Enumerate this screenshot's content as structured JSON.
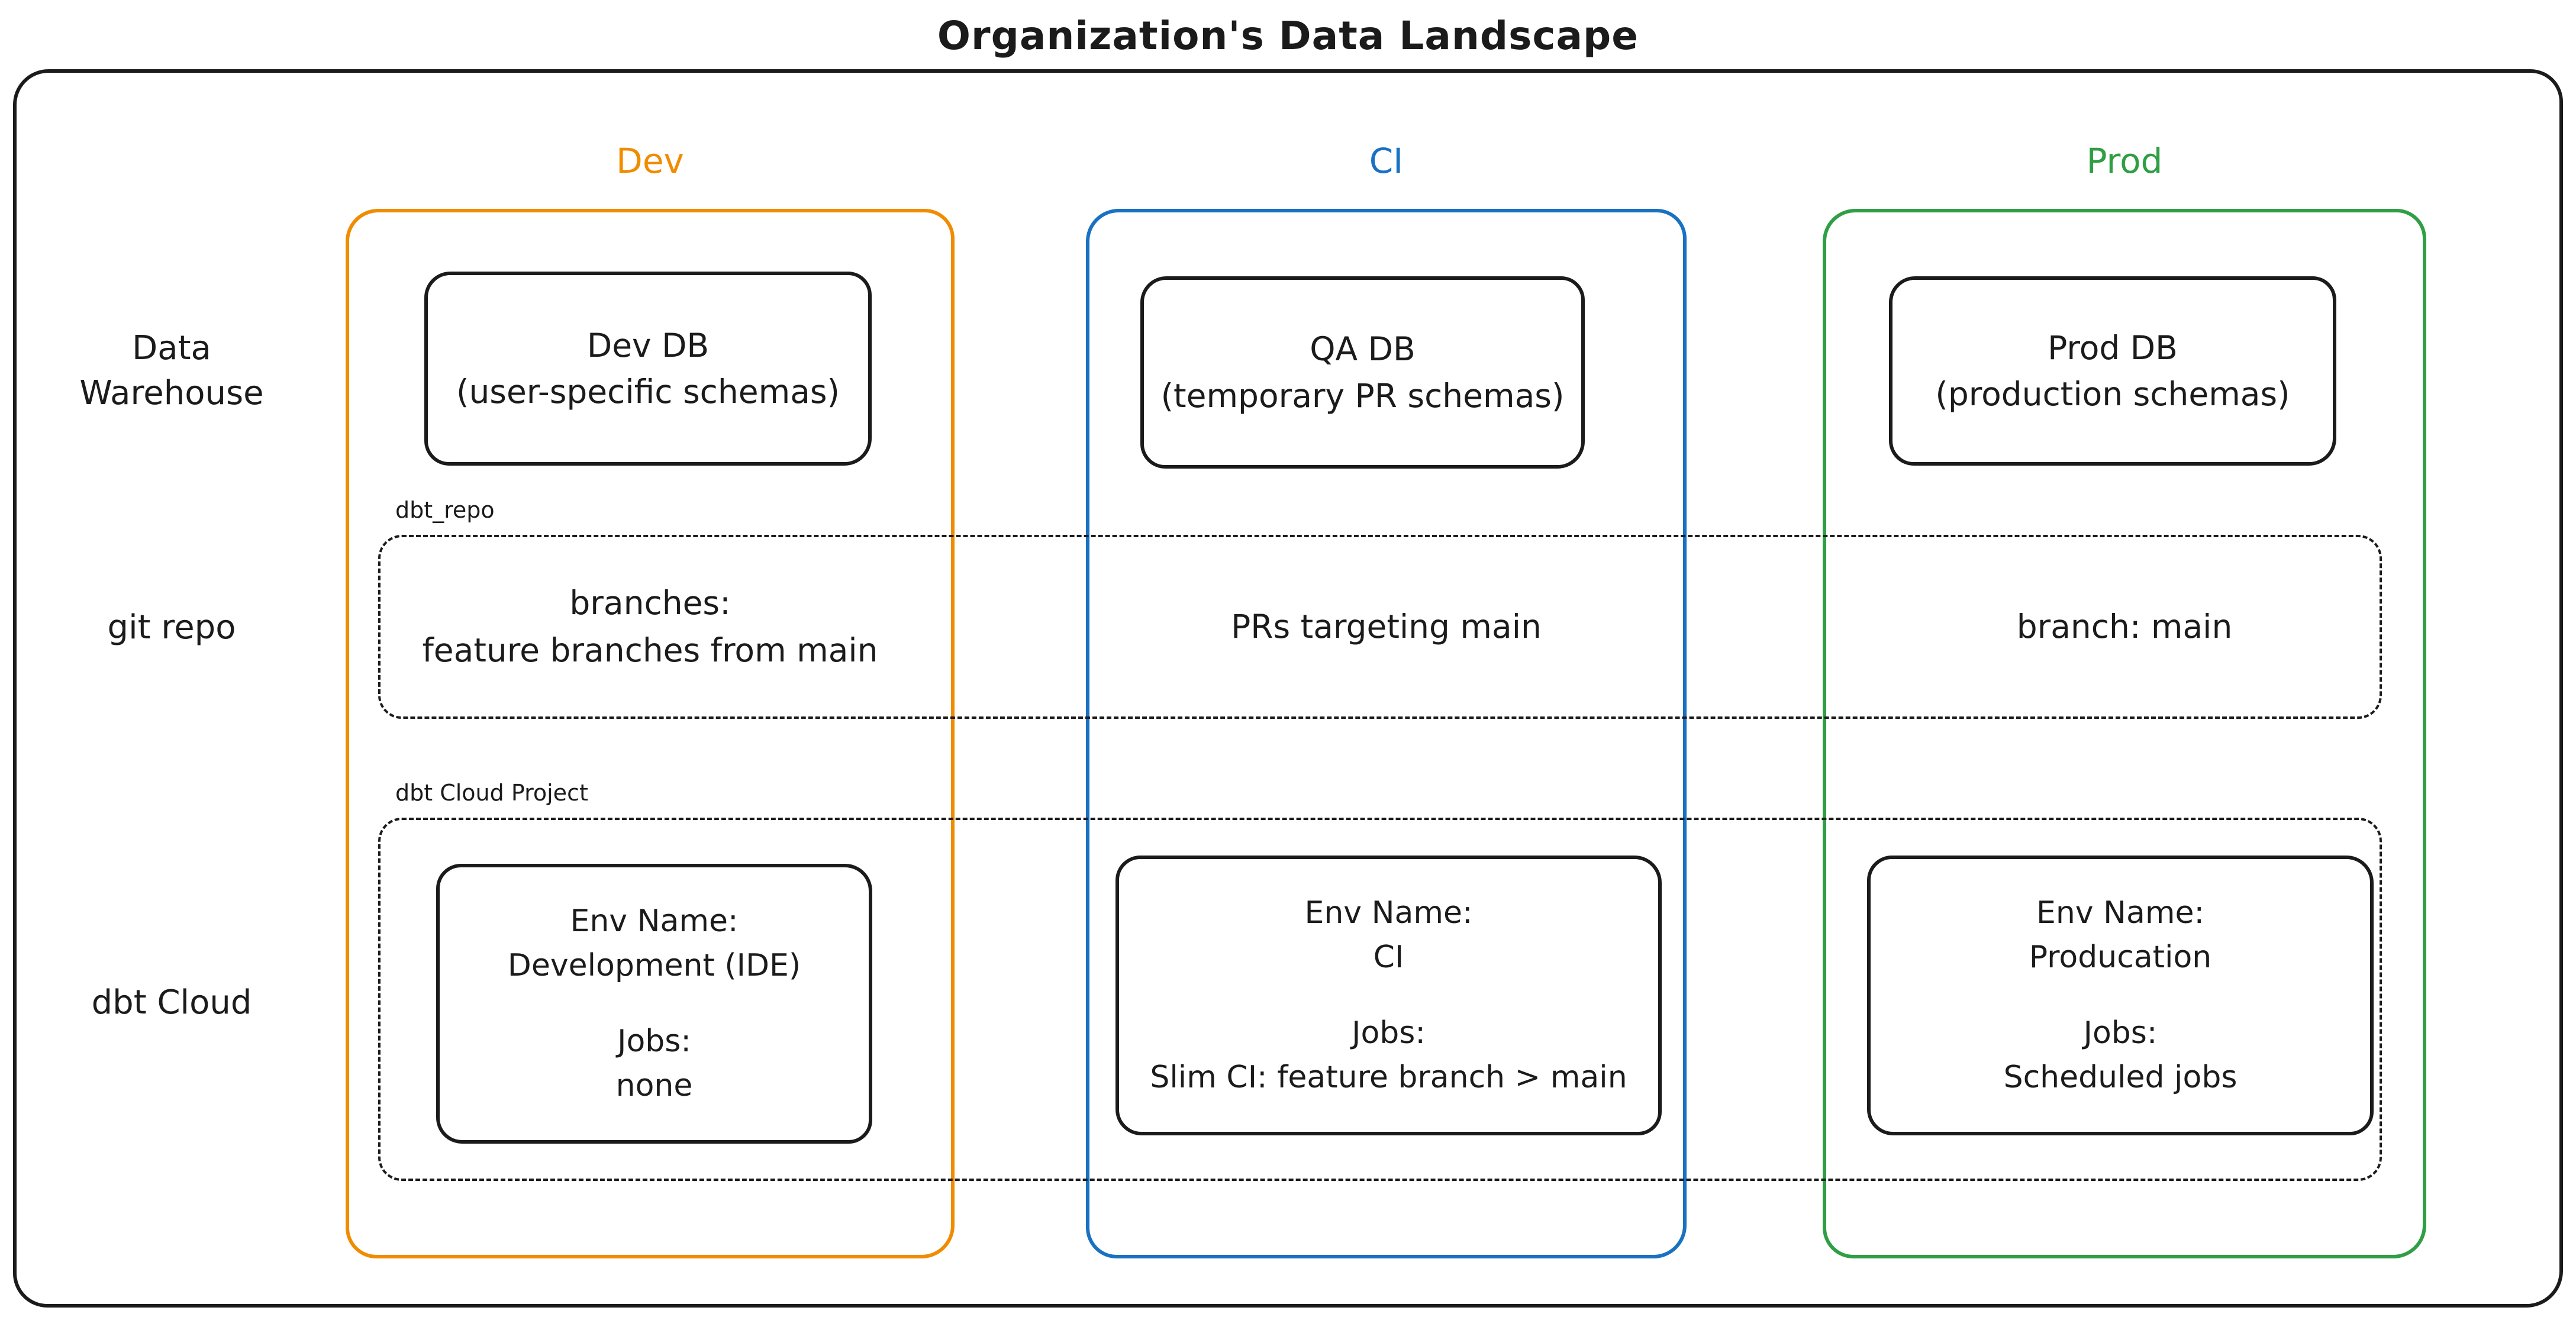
{
  "title": "Organization's Data Landscape",
  "row_labels": {
    "data_warehouse": {
      "line1": "Data",
      "line2": "Warehouse"
    },
    "git_repo": "git repo",
    "dbt_cloud": "dbt Cloud"
  },
  "band_labels": {
    "git_repo_band": "dbt_repo",
    "dbt_cloud_band": "dbt Cloud Project"
  },
  "columns": [
    {
      "label": "Dev",
      "color": "#f08c00",
      "db": {
        "line1": "Dev DB",
        "line2": "(user-specific schemas)"
      },
      "git": {
        "line1": "branches:",
        "line2": "feature branches from main"
      },
      "env": {
        "name_label": "Env Name:",
        "name": "Development (IDE)",
        "jobs_label": "Jobs:",
        "jobs": "none"
      }
    },
    {
      "label": "CI",
      "color": "#1971c2",
      "db": {
        "line1": "QA DB",
        "line2": "(temporary PR schemas)"
      },
      "git": {
        "line1": "PRs targeting main",
        "line2": ""
      },
      "env": {
        "name_label": "Env Name:",
        "name": "CI",
        "jobs_label": "Jobs:",
        "jobs": "Slim CI: feature branch > main"
      }
    },
    {
      "label": "Prod",
      "color": "#2f9e44",
      "db": {
        "line1": "Prod DB",
        "line2": "(production schemas)"
      },
      "git": {
        "line1": "branch: main",
        "line2": ""
      },
      "env": {
        "name_label": "Env Name:",
        "name": "Producation",
        "jobs_label": "Jobs:",
        "jobs": "Scheduled jobs"
      }
    }
  ]
}
